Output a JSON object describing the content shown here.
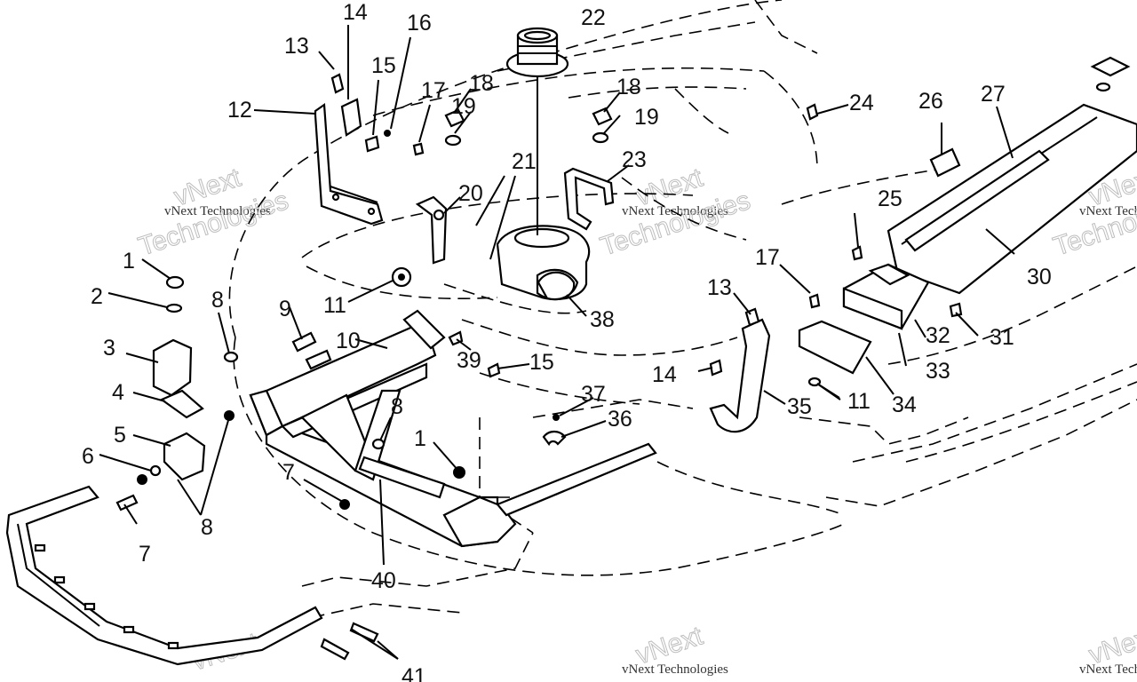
{
  "watermark": {
    "company": "vNext Technologies",
    "large_line1": "vNext",
    "large_line2": "Technologies"
  },
  "callouts": [
    {
      "id": "c1a",
      "text": "1"
    },
    {
      "id": "c1b",
      "text": "1"
    },
    {
      "id": "c2",
      "text": "2"
    },
    {
      "id": "c3",
      "text": "3"
    },
    {
      "id": "c4",
      "text": "4"
    },
    {
      "id": "c5",
      "text": "5"
    },
    {
      "id": "c6",
      "text": "6"
    },
    {
      "id": "c7a",
      "text": "7"
    },
    {
      "id": "c7b",
      "text": "7"
    },
    {
      "id": "c8a",
      "text": "8"
    },
    {
      "id": "c8b",
      "text": "8"
    },
    {
      "id": "c8c",
      "text": "8"
    },
    {
      "id": "c9",
      "text": "9"
    },
    {
      "id": "c10",
      "text": "10"
    },
    {
      "id": "c11a",
      "text": "11"
    },
    {
      "id": "c11b",
      "text": "11"
    },
    {
      "id": "c12",
      "text": "12"
    },
    {
      "id": "c13a",
      "text": "13"
    },
    {
      "id": "c13b",
      "text": "13"
    },
    {
      "id": "c14a",
      "text": "14"
    },
    {
      "id": "c14b",
      "text": "14"
    },
    {
      "id": "c15a",
      "text": "15"
    },
    {
      "id": "c15b",
      "text": "15"
    },
    {
      "id": "c16",
      "text": "16"
    },
    {
      "id": "c17a",
      "text": "17"
    },
    {
      "id": "c17b",
      "text": "17"
    },
    {
      "id": "c18a",
      "text": "18"
    },
    {
      "id": "c18b",
      "text": "18"
    },
    {
      "id": "c19a",
      "text": "19"
    },
    {
      "id": "c19b",
      "text": "19"
    },
    {
      "id": "c20",
      "text": "20"
    },
    {
      "id": "c21",
      "text": "21"
    },
    {
      "id": "c22",
      "text": "22"
    },
    {
      "id": "c23",
      "text": "23"
    },
    {
      "id": "c24",
      "text": "24"
    },
    {
      "id": "c25",
      "text": "25"
    },
    {
      "id": "c26",
      "text": "26"
    },
    {
      "id": "c27",
      "text": "27"
    },
    {
      "id": "c30",
      "text": "30"
    },
    {
      "id": "c31",
      "text": "31"
    },
    {
      "id": "c32",
      "text": "32"
    },
    {
      "id": "c33",
      "text": "33"
    },
    {
      "id": "c34",
      "text": "34"
    },
    {
      "id": "c35",
      "text": "35"
    },
    {
      "id": "c36",
      "text": "36"
    },
    {
      "id": "c37",
      "text": "37"
    },
    {
      "id": "c38",
      "text": "38"
    },
    {
      "id": "c39",
      "text": "39"
    },
    {
      "id": "c40",
      "text": "40"
    },
    {
      "id": "c41",
      "text": "41"
    }
  ]
}
